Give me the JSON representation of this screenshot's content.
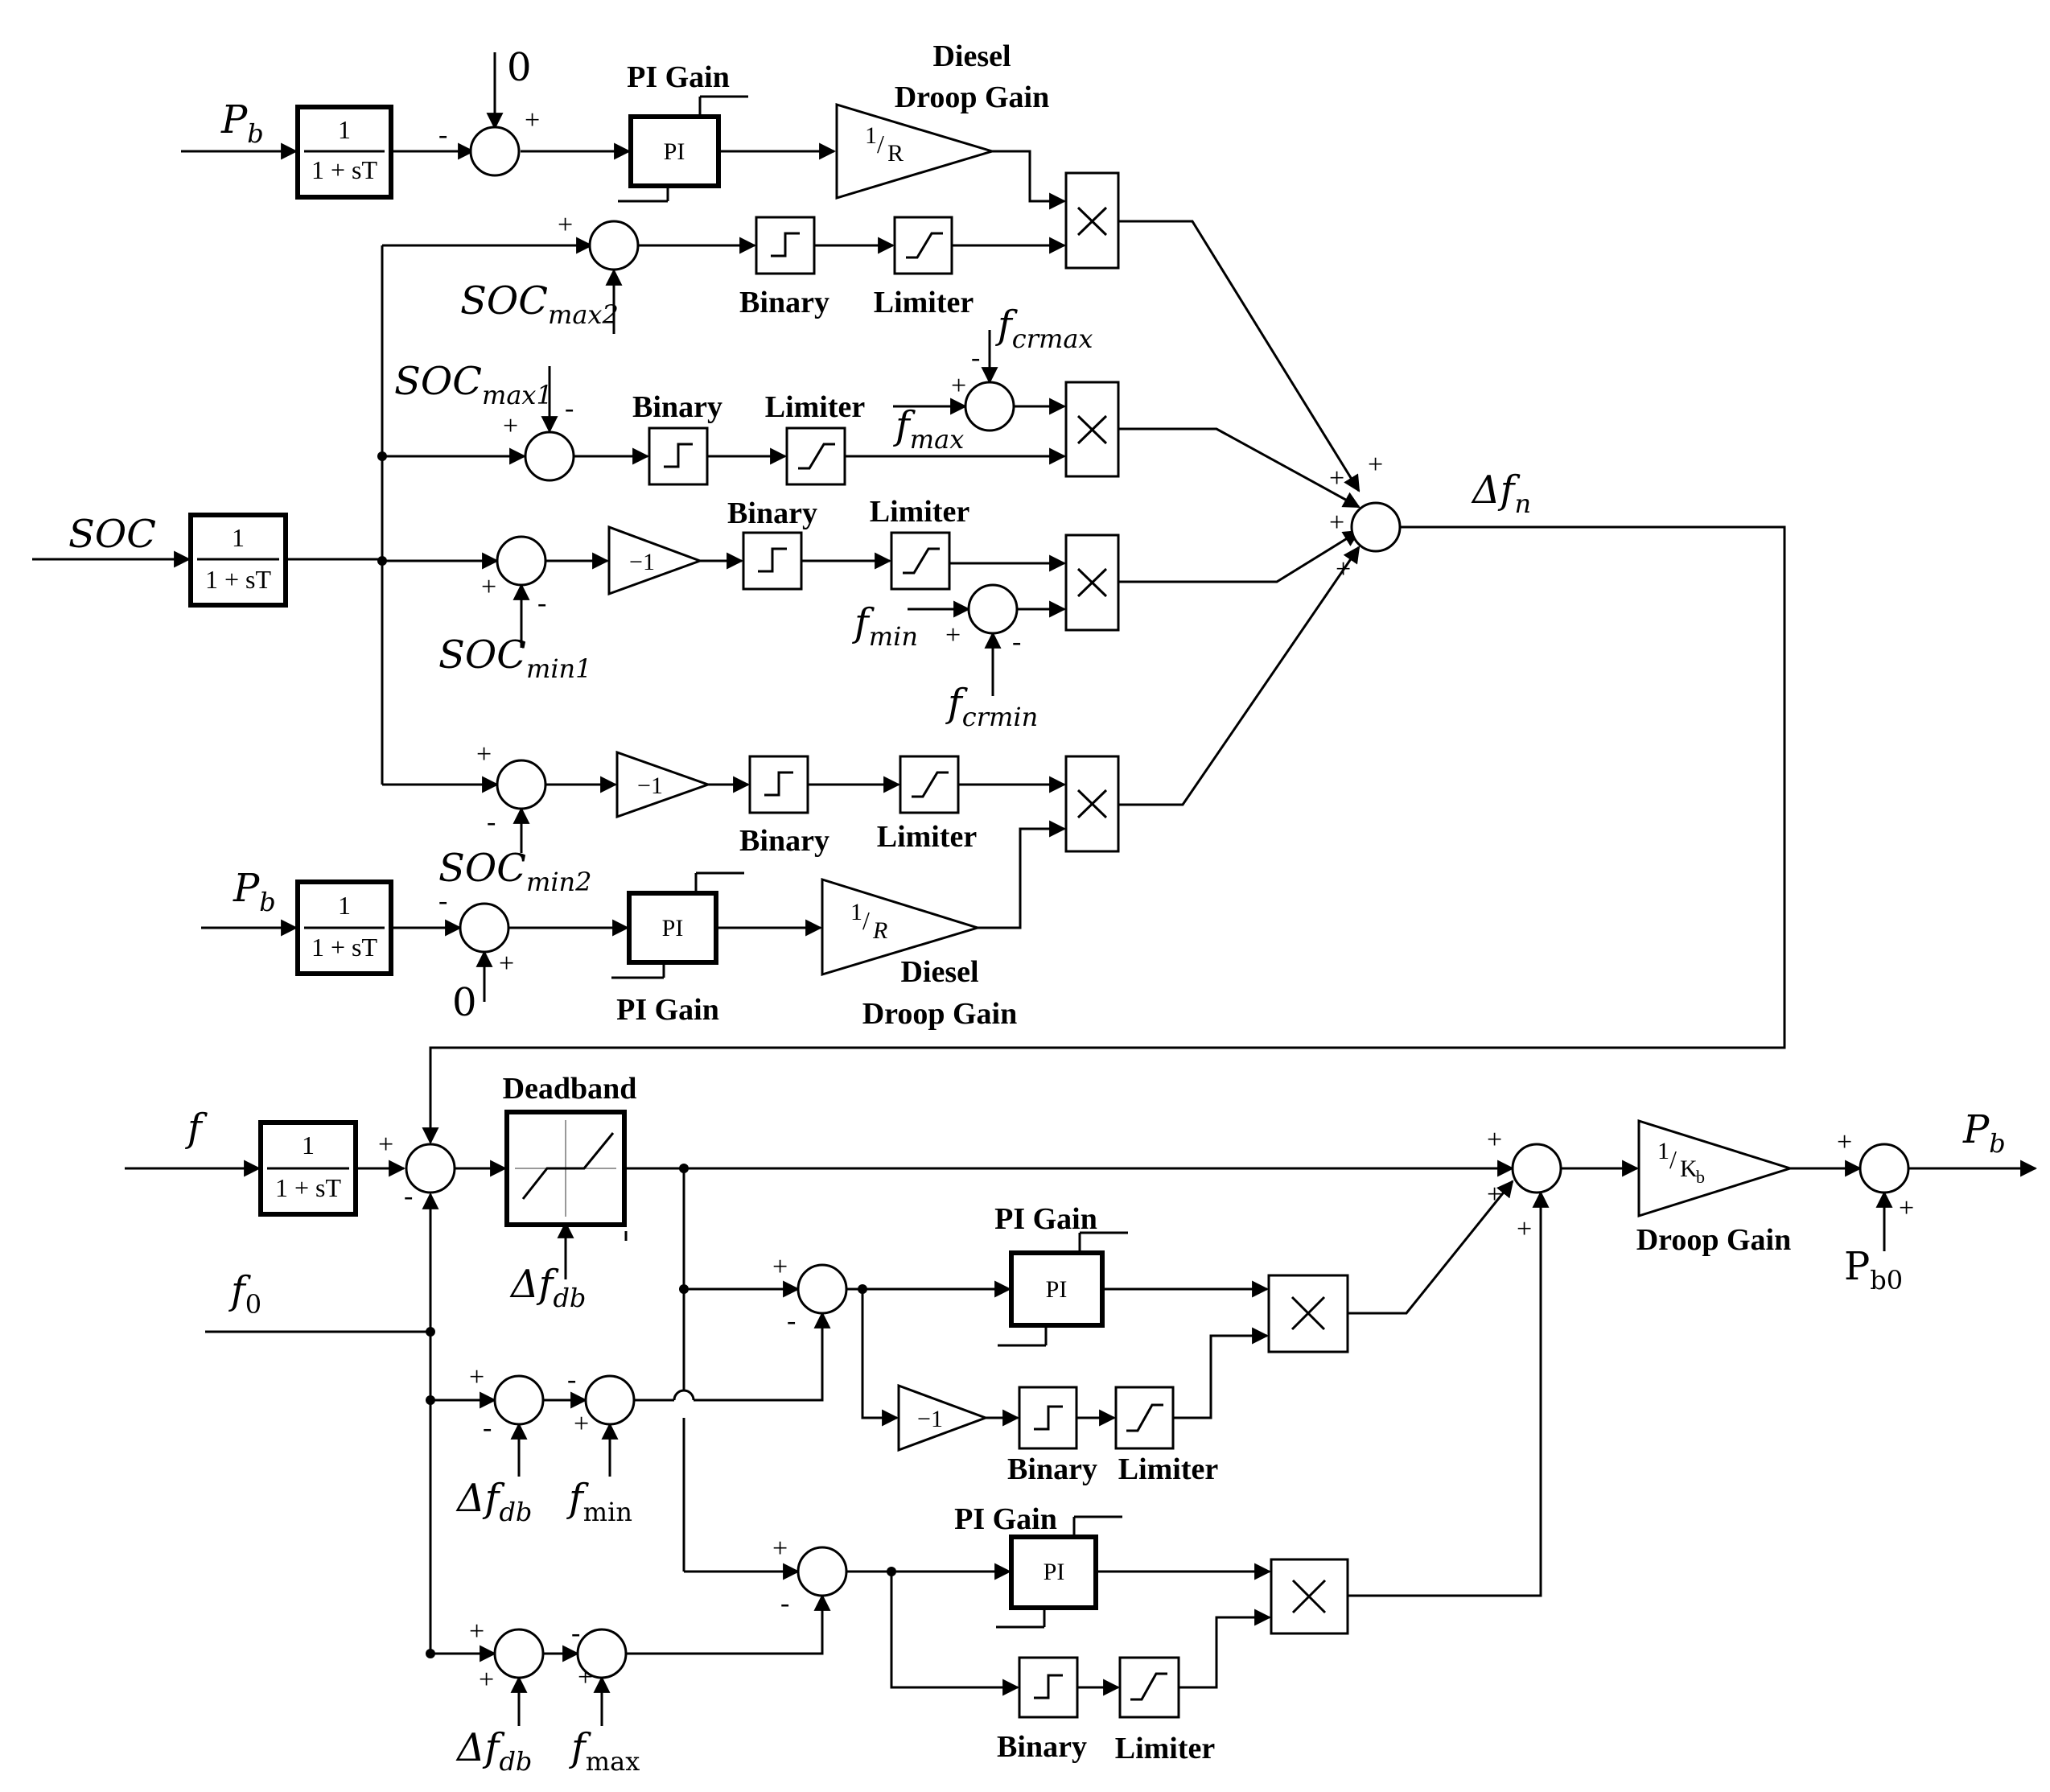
{
  "signals": {
    "pb_upper": "P",
    "pb_upper_sub": "b",
    "pb_lower": "P",
    "pb_lower_sub": "b",
    "soc": "SOC",
    "zero_top": "0",
    "zero_bottom": "0",
    "soc_max2": "SOC",
    "soc_max2_sub": "max2",
    "soc_max1": "SOC",
    "soc_max1_sub": "max1",
    "soc_min1": "SOC",
    "soc_min1_sub": "min1",
    "soc_min2": "SOC",
    "soc_min2_sub": "min2",
    "f_crmax": "f",
    "f_crmax_sub": "crmax",
    "f_max_mid": "f",
    "f_max_mid_sub": "max",
    "f_min_mid": "f",
    "f_min_mid_sub": "min",
    "f_crmin": "f",
    "f_crmin_sub": "crmin",
    "delta_fn": "Δf",
    "delta_fn_sub": "n",
    "f_in": "f",
    "f0": "f",
    "f0_sub": "0",
    "delta_fdb_1": "Δf",
    "delta_fdb_1_sub": "db",
    "delta_fdb_2": "Δf",
    "delta_fdb_2_sub": "db",
    "delta_fdb_3": "Δf",
    "delta_fdb_3_sub": "db",
    "f_min_low": "f",
    "f_min_low_sub": "min",
    "f_max_low": "f",
    "f_max_low_sub": "max",
    "pb_out": "P",
    "pb_out_sub": "b",
    "pb0": "P",
    "pb0_sub": "b0"
  },
  "labels": {
    "pi_gain": "PI Gain",
    "diesel": "Diesel",
    "droop_gain_diesel": "Droop Gain",
    "binary": "Binary",
    "limiter": "Limiter",
    "deadband": "Deadband",
    "droop_gain": "Droop Gain"
  },
  "blocks": {
    "lag_num": "1",
    "lag_den": "1 + sT",
    "pi": "PI",
    "neg_one": "−1",
    "inv_r_num": "1",
    "inv_r_slash": "/",
    "inv_r_den": "R",
    "inv_kb_num": "1",
    "inv_kb_slash": "/",
    "inv_kb_den": "K",
    "inv_kb_sub": "b"
  },
  "signs": {
    "s1_top": "+",
    "s1_left": "-",
    "s2_left": "+",
    "s3_left": "+",
    "s3_right": "-",
    "s4_left": "+",
    "s4_bottom": "-",
    "s5_left": "+",
    "s5_bottom": "-",
    "s6_top": "-",
    "s6_bottom": "+",
    "crmax_top": "-",
    "crmax_left": "+",
    "crmin_left": "+",
    "crmin_bottom": "-",
    "fn_1": "+",
    "fn_2": "+",
    "fn_3": "+",
    "fn_4": "+",
    "in_plus": "+",
    "in_minus": "-",
    "out_1": "+",
    "out_2": "+",
    "out_3": "+",
    "pb_left": "+",
    "pb_bottom": "+",
    "lo1_top": "+",
    "lo1_bottom": "-",
    "lo2_top": "+",
    "lo2_bottom": "-",
    "a_top": "+",
    "a_bottom": "-",
    "b_top": "-",
    "b_bottom": "+",
    "c_top": "+",
    "c_bottom": "+",
    "d_top": "-",
    "d_bottom": "+"
  }
}
